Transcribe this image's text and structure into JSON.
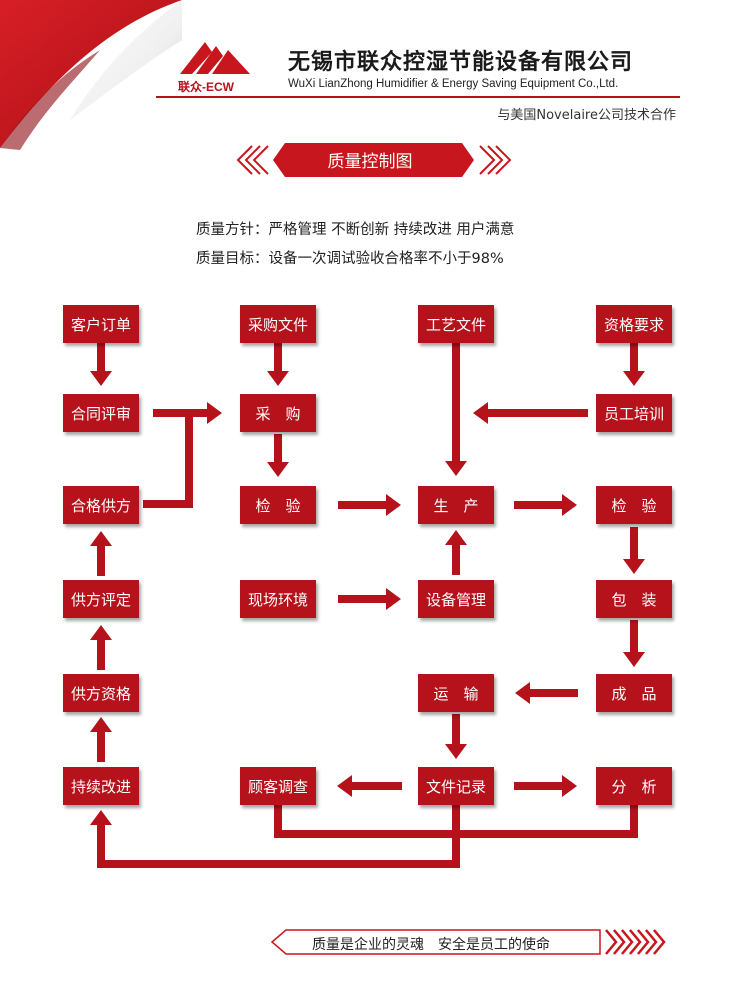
{
  "header": {
    "company_cn": "无锡市联众控湿节能设备有限公司",
    "company_en": "WuXi LianZhong Humidifier & Energy Saving Equipment Co.,Ltd.",
    "logo_text": "联众-ECW",
    "partner": "与美国Novelaire公司技术合作"
  },
  "title": "质量控制图",
  "policy": "质量方针：严格管理 不断创新 持续改进 用户满意",
  "objective": "质量目标：设备一次调试验收合格率不小于98%",
  "nodes": {
    "customer_order": "客户订单",
    "contract_review": "合同评审",
    "qualified_supplier": "合格供方",
    "supplier_evaluation": "供方评定",
    "supplier_qualification": "供方资格",
    "continuous_improvement": "持续改进",
    "purchase_doc": "采购文件",
    "purchase": "采　购",
    "inspection_incoming": "检　验",
    "site_environment": "现场环境",
    "customer_survey": "顾客调查",
    "process_doc": "工艺文件",
    "production": "生　产",
    "equipment_mgmt": "设备管理",
    "transport": "运　输",
    "document_record": "文件记录",
    "qualification_req": "资格要求",
    "staff_training": "员工培训",
    "inspection_final": "检　验",
    "packaging": "包　装",
    "finished_product": "成　品",
    "analysis": "分　析"
  },
  "footer": {
    "slogan": "质量是企业的灵魂　安全是员工的使命"
  },
  "colors": {
    "brand_red": "#b5121b",
    "text": "#222222"
  }
}
